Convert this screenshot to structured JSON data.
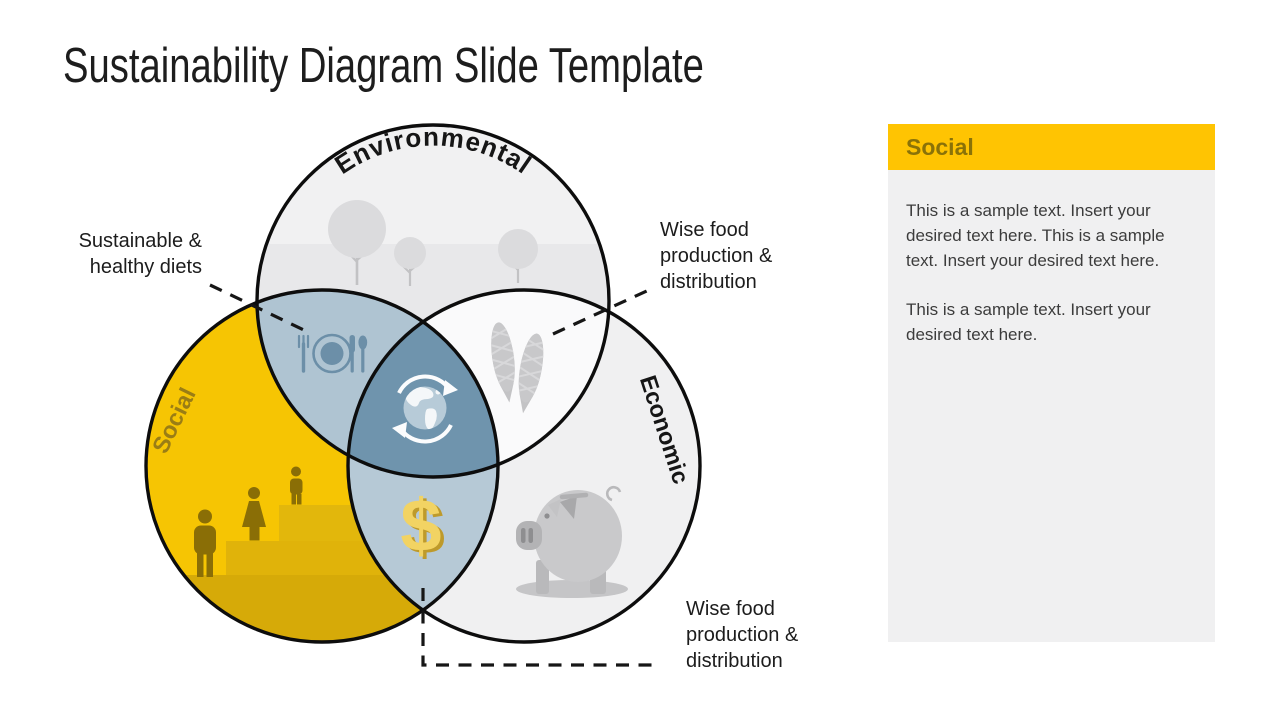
{
  "title": "Sustainability Diagram Slide Template",
  "venn": {
    "circles": [
      {
        "label": "Environmental",
        "fill": "#F1F1F2",
        "label_color": "#161616"
      },
      {
        "label": "Social",
        "fill": "#F6C503",
        "label_color": "#9A7D15"
      },
      {
        "label": "Economic",
        "fill": "#F0F0F1",
        "label_color": "#161616"
      }
    ],
    "overlaps": {
      "environmental_social": "#AFC4D2",
      "social_economic": "#B6C9D6",
      "environmental_economic": "#FAFAFB",
      "center": "#6F94AD"
    },
    "outline_color": "#0D0D0D",
    "callouts": [
      {
        "text": "Sustainable &\nhealthy diets"
      },
      {
        "text": "Wise food\nproduction &\ndistribution"
      },
      {
        "text": "Wise food\nproduction &\ndistribution"
      }
    ],
    "dollar_symbol": "$",
    "icon_names": [
      "trees-icon",
      "plate-cutlery-icon",
      "corn-icon",
      "globe-cycle-icon",
      "dollar-icon",
      "people-stairs-icon",
      "piggy-bank-icon"
    ],
    "icon_colors": {
      "people_olive": "#8A6E06",
      "stairs_yellow": "#E2B70C",
      "stairs_base": "#D6AA08",
      "plate_blue": "#6C8FA8",
      "dollar_gold": "#F2D363",
      "dollar_shadow": "#BE9A2B",
      "gray_icon": "#C8C8CA"
    }
  },
  "panel": {
    "header": "Social",
    "header_bg": "#FFC402",
    "header_color": "#8A7208",
    "body_bg": "#F0F0F1",
    "paragraphs": [
      "This is a sample text. Insert your desired text here. This is a sample text. Insert your desired text here.",
      "This is a sample text. Insert your desired text here."
    ]
  }
}
